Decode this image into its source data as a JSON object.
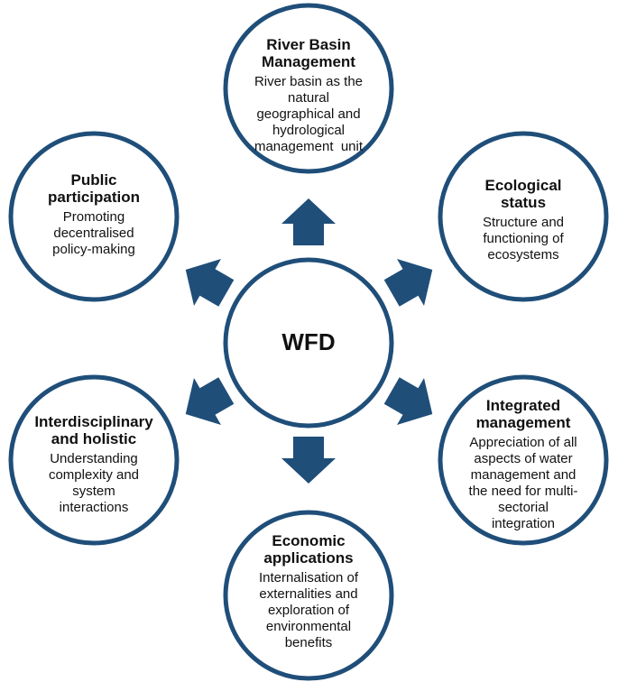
{
  "colors": {
    "circle_stroke": "#1f4e79",
    "arrow_fill": "#1f4e79",
    "text": "#111111"
  },
  "center": {
    "label": "WFD"
  },
  "nodes": {
    "river_basin": {
      "title_lines": [
        "River Basin",
        "Management"
      ],
      "desc_lines": [
        "River basin as the",
        "natural",
        "geographical and",
        "hydrological",
        "management  unit"
      ]
    },
    "ecological": {
      "title_lines": [
        "Ecological",
        "status"
      ],
      "desc_lines": [
        "Structure and",
        "functioning of",
        "ecosystems"
      ]
    },
    "integrated": {
      "title_lines": [
        "Integrated",
        "management"
      ],
      "desc_lines": [
        "Appreciation of all",
        "aspects of water",
        "management and",
        "the need for multi-",
        "sectorial",
        "integration"
      ]
    },
    "economic": {
      "title_lines": [
        "Economic",
        "applications"
      ],
      "desc_lines": [
        "Internalisation of",
        "externalities and",
        "exploration of",
        "environmental",
        "benefits"
      ]
    },
    "interdisciplinary": {
      "title_lines": [
        "Interdisciplinary",
        "and holistic"
      ],
      "desc_lines": [
        "Understanding",
        "complexity and",
        "system",
        "interactions"
      ]
    },
    "public": {
      "title_lines": [
        "Public",
        "participation"
      ],
      "desc_lines": [
        "Promoting",
        "decentralised",
        "policy-making"
      ]
    }
  },
  "icons": {
    "arrow": "block-arrow-icon"
  }
}
